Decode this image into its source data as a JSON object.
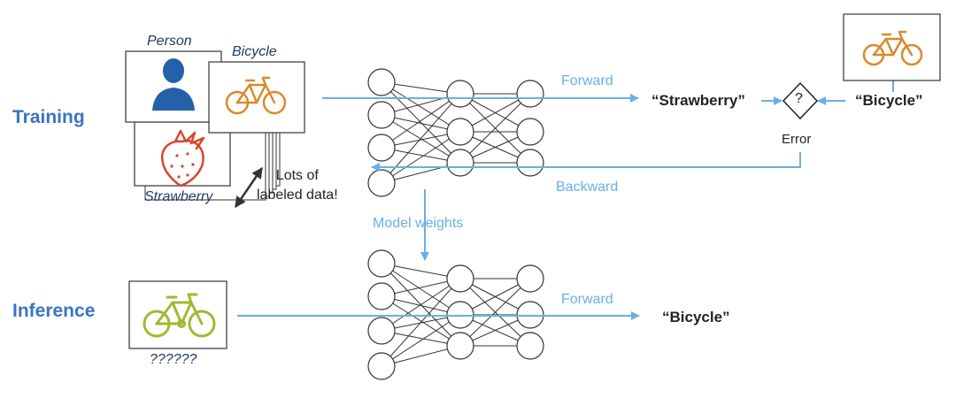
{
  "sections": {
    "training": "Training",
    "inference": "Inference"
  },
  "training_images": {
    "person": "Person",
    "bicycle": "Bicycle",
    "strawberry": "Strawberry"
  },
  "dataset_note": [
    "Lots of",
    "labeled data!"
  ],
  "training_flow": {
    "forward": "Forward",
    "backward": "Backward",
    "prediction": "“Strawberry”",
    "compare_symbol": "?",
    "error": "Error",
    "ground_truth": "“Bicycle”"
  },
  "model_weights": "Model weights",
  "inference_flow": {
    "forward": "Forward",
    "prediction": "“Bicycle”",
    "input_caption": "??????"
  },
  "colors": {
    "section_label": "#3a74c0",
    "flow_arrow": "#6aaee6",
    "person_icon": "#2461a8",
    "bicycle_training": "#d88a2c",
    "strawberry": "#d9462b",
    "bicycle_inference": "#a2b832",
    "dark_text": "#222222"
  }
}
